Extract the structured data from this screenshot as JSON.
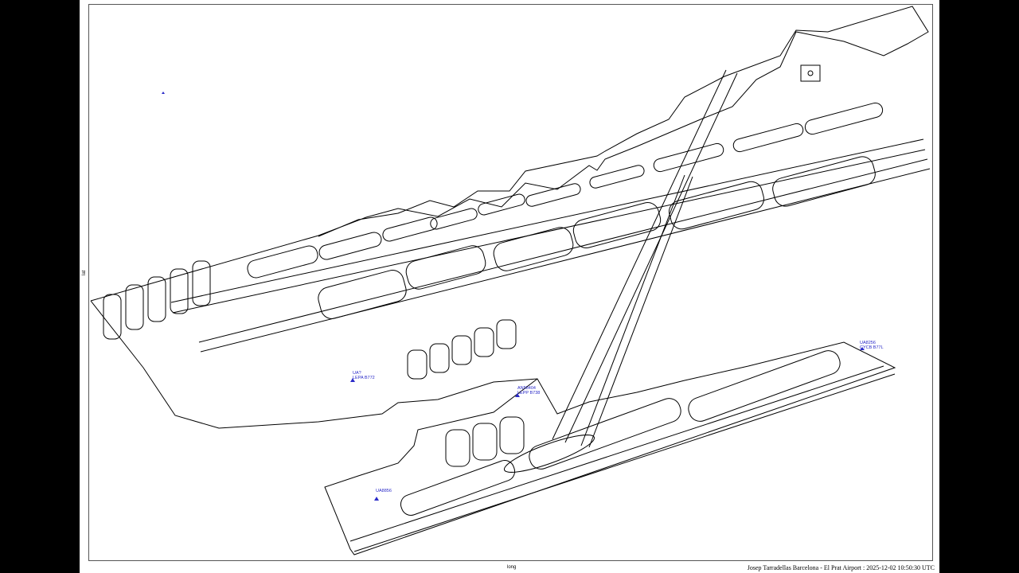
{
  "axes": {
    "xlabel": "long",
    "ylabel": "lat"
  },
  "footer": {
    "caption": "Josep Tarradellas Barcelona - El Prat Airport : 2025-12-02 10:50:30 UTC"
  },
  "colors": {
    "aircraft": "#2a2ac8",
    "outline": "#000000",
    "background": "#ffffff",
    "frame": "#000000"
  },
  "aircraft": [
    {
      "callsign": "UA8256",
      "info": "CYCB B77L"
    },
    {
      "callsign": "AN58404",
      "info": "LEPP B738"
    },
    {
      "callsign": "UA8856",
      "info": ""
    },
    {
      "callsign": "UA?",
      "info": "LEPA B772"
    },
    {
      "callsign": "",
      "info": ""
    }
  ]
}
